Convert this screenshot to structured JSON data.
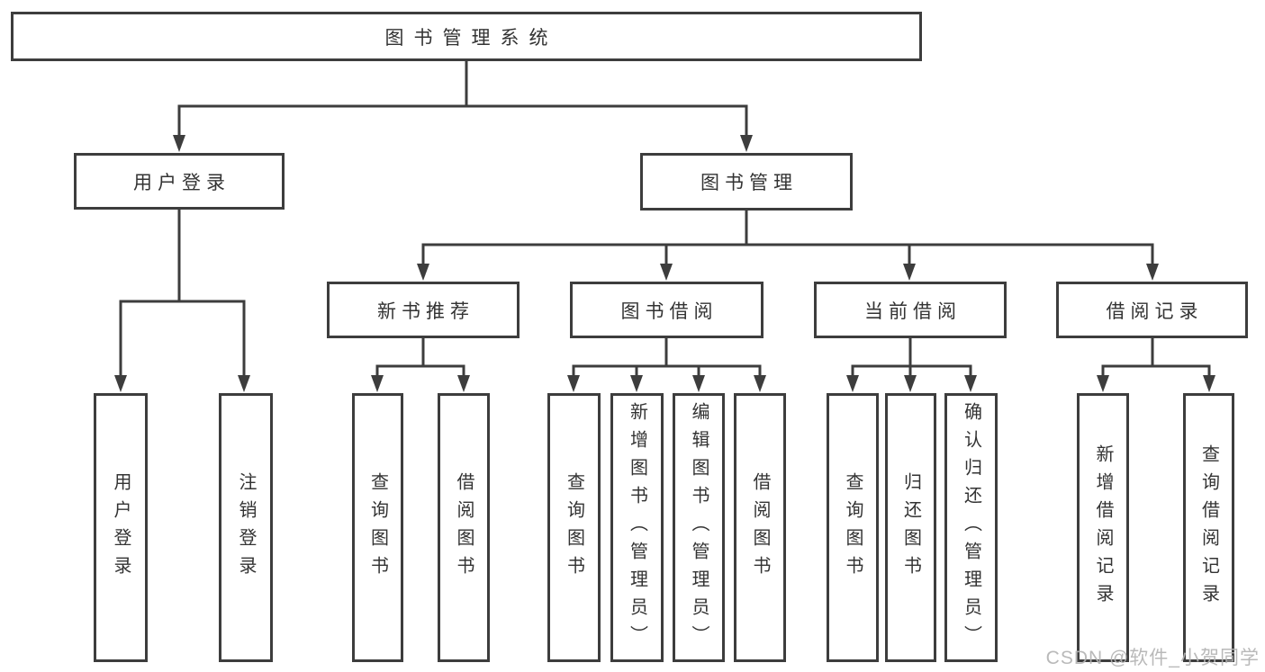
{
  "root": {
    "label": "图书管理系统"
  },
  "level2": [
    {
      "label": "用户登录"
    },
    {
      "label": "图书管理"
    }
  ],
  "level3": [
    {
      "label": "新书推荐"
    },
    {
      "label": "图书借阅"
    },
    {
      "label": "当前借阅"
    },
    {
      "label": "借阅记录"
    }
  ],
  "leaves": {
    "user_login": [
      {
        "label": "用户登录"
      },
      {
        "label": "注销登录"
      }
    ],
    "new_book_recommend": [
      {
        "label": "查询图书"
      },
      {
        "label": "借阅图书"
      }
    ],
    "book_borrow": [
      {
        "label": "查询图书"
      },
      {
        "label": "新增图书（管理员）"
      },
      {
        "label": "编辑图书（管理员）"
      },
      {
        "label": "借阅图书"
      }
    ],
    "current_borrow": [
      {
        "label": "查询图书"
      },
      {
        "label": "归还图书"
      },
      {
        "label": "确认归还（管理员）"
      }
    ],
    "borrow_records": [
      {
        "label": "新增借阅记录"
      },
      {
        "label": "查询借阅记录"
      }
    ]
  },
  "watermark": {
    "text": "CSDN @软件_小贺同学"
  },
  "colors": {
    "line": "#3d3d3d",
    "text": "#333333",
    "watermark": "#b4b4b4",
    "background": "#ffffff"
  }
}
